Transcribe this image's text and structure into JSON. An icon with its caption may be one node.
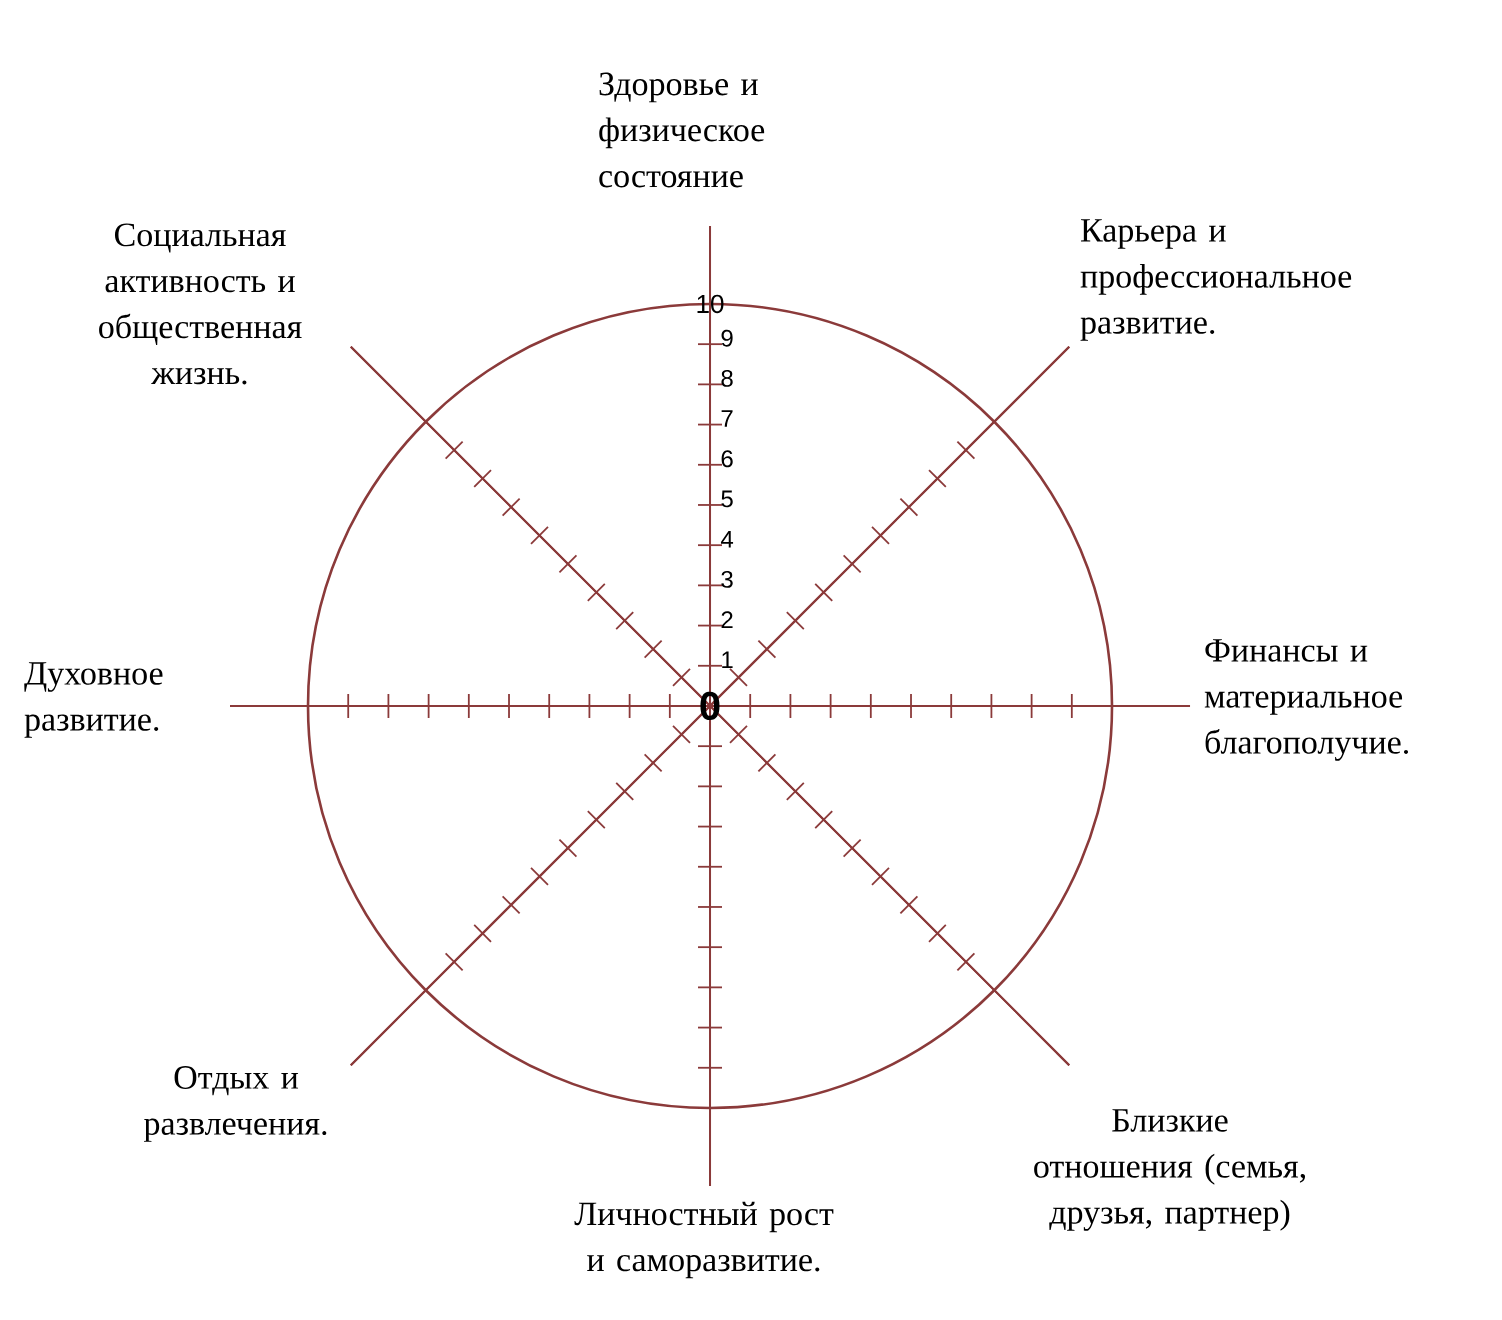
{
  "diagram": {
    "labels": [
      "Здоровье и физическое состояние",
      "Социальная активность и общественная жизнь.",
      "Карьера и профессиональное развитие.",
      "10",
      "9",
      "8",
      "7",
      "6",
      "5",
      "4",
      "3",
      "2",
      "1",
      "0",
      "Духовное развитие.",
      "Финансы и материальное благополучие.",
      "Отдых и развлечения.",
      "Близкие отношения (семья, друзья, партнер)",
      "Личностный рост и саморазвитие."
    ]
  }
}
